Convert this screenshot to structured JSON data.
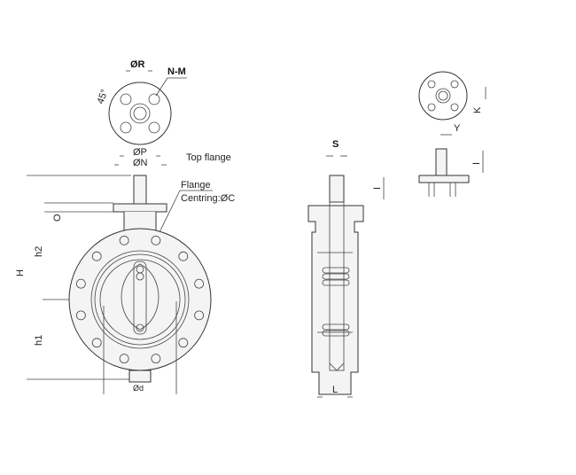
{
  "labels": {
    "dia_r": "ØR",
    "n_m": "N-M",
    "angle": "45°",
    "dia_p": "ØP",
    "dia_n": "ØN",
    "top_flange": "Top flange",
    "flange": "Flange",
    "centring": "Centring:ØC",
    "H": "H",
    "h2": "h2",
    "h1": "h1",
    "O": "O",
    "dia_d": "Ød",
    "S": "S",
    "L": "L",
    "K": "K",
    "Y": "Y",
    "I_side": "I",
    "I_small": "I"
  },
  "line_color": "#333333"
}
